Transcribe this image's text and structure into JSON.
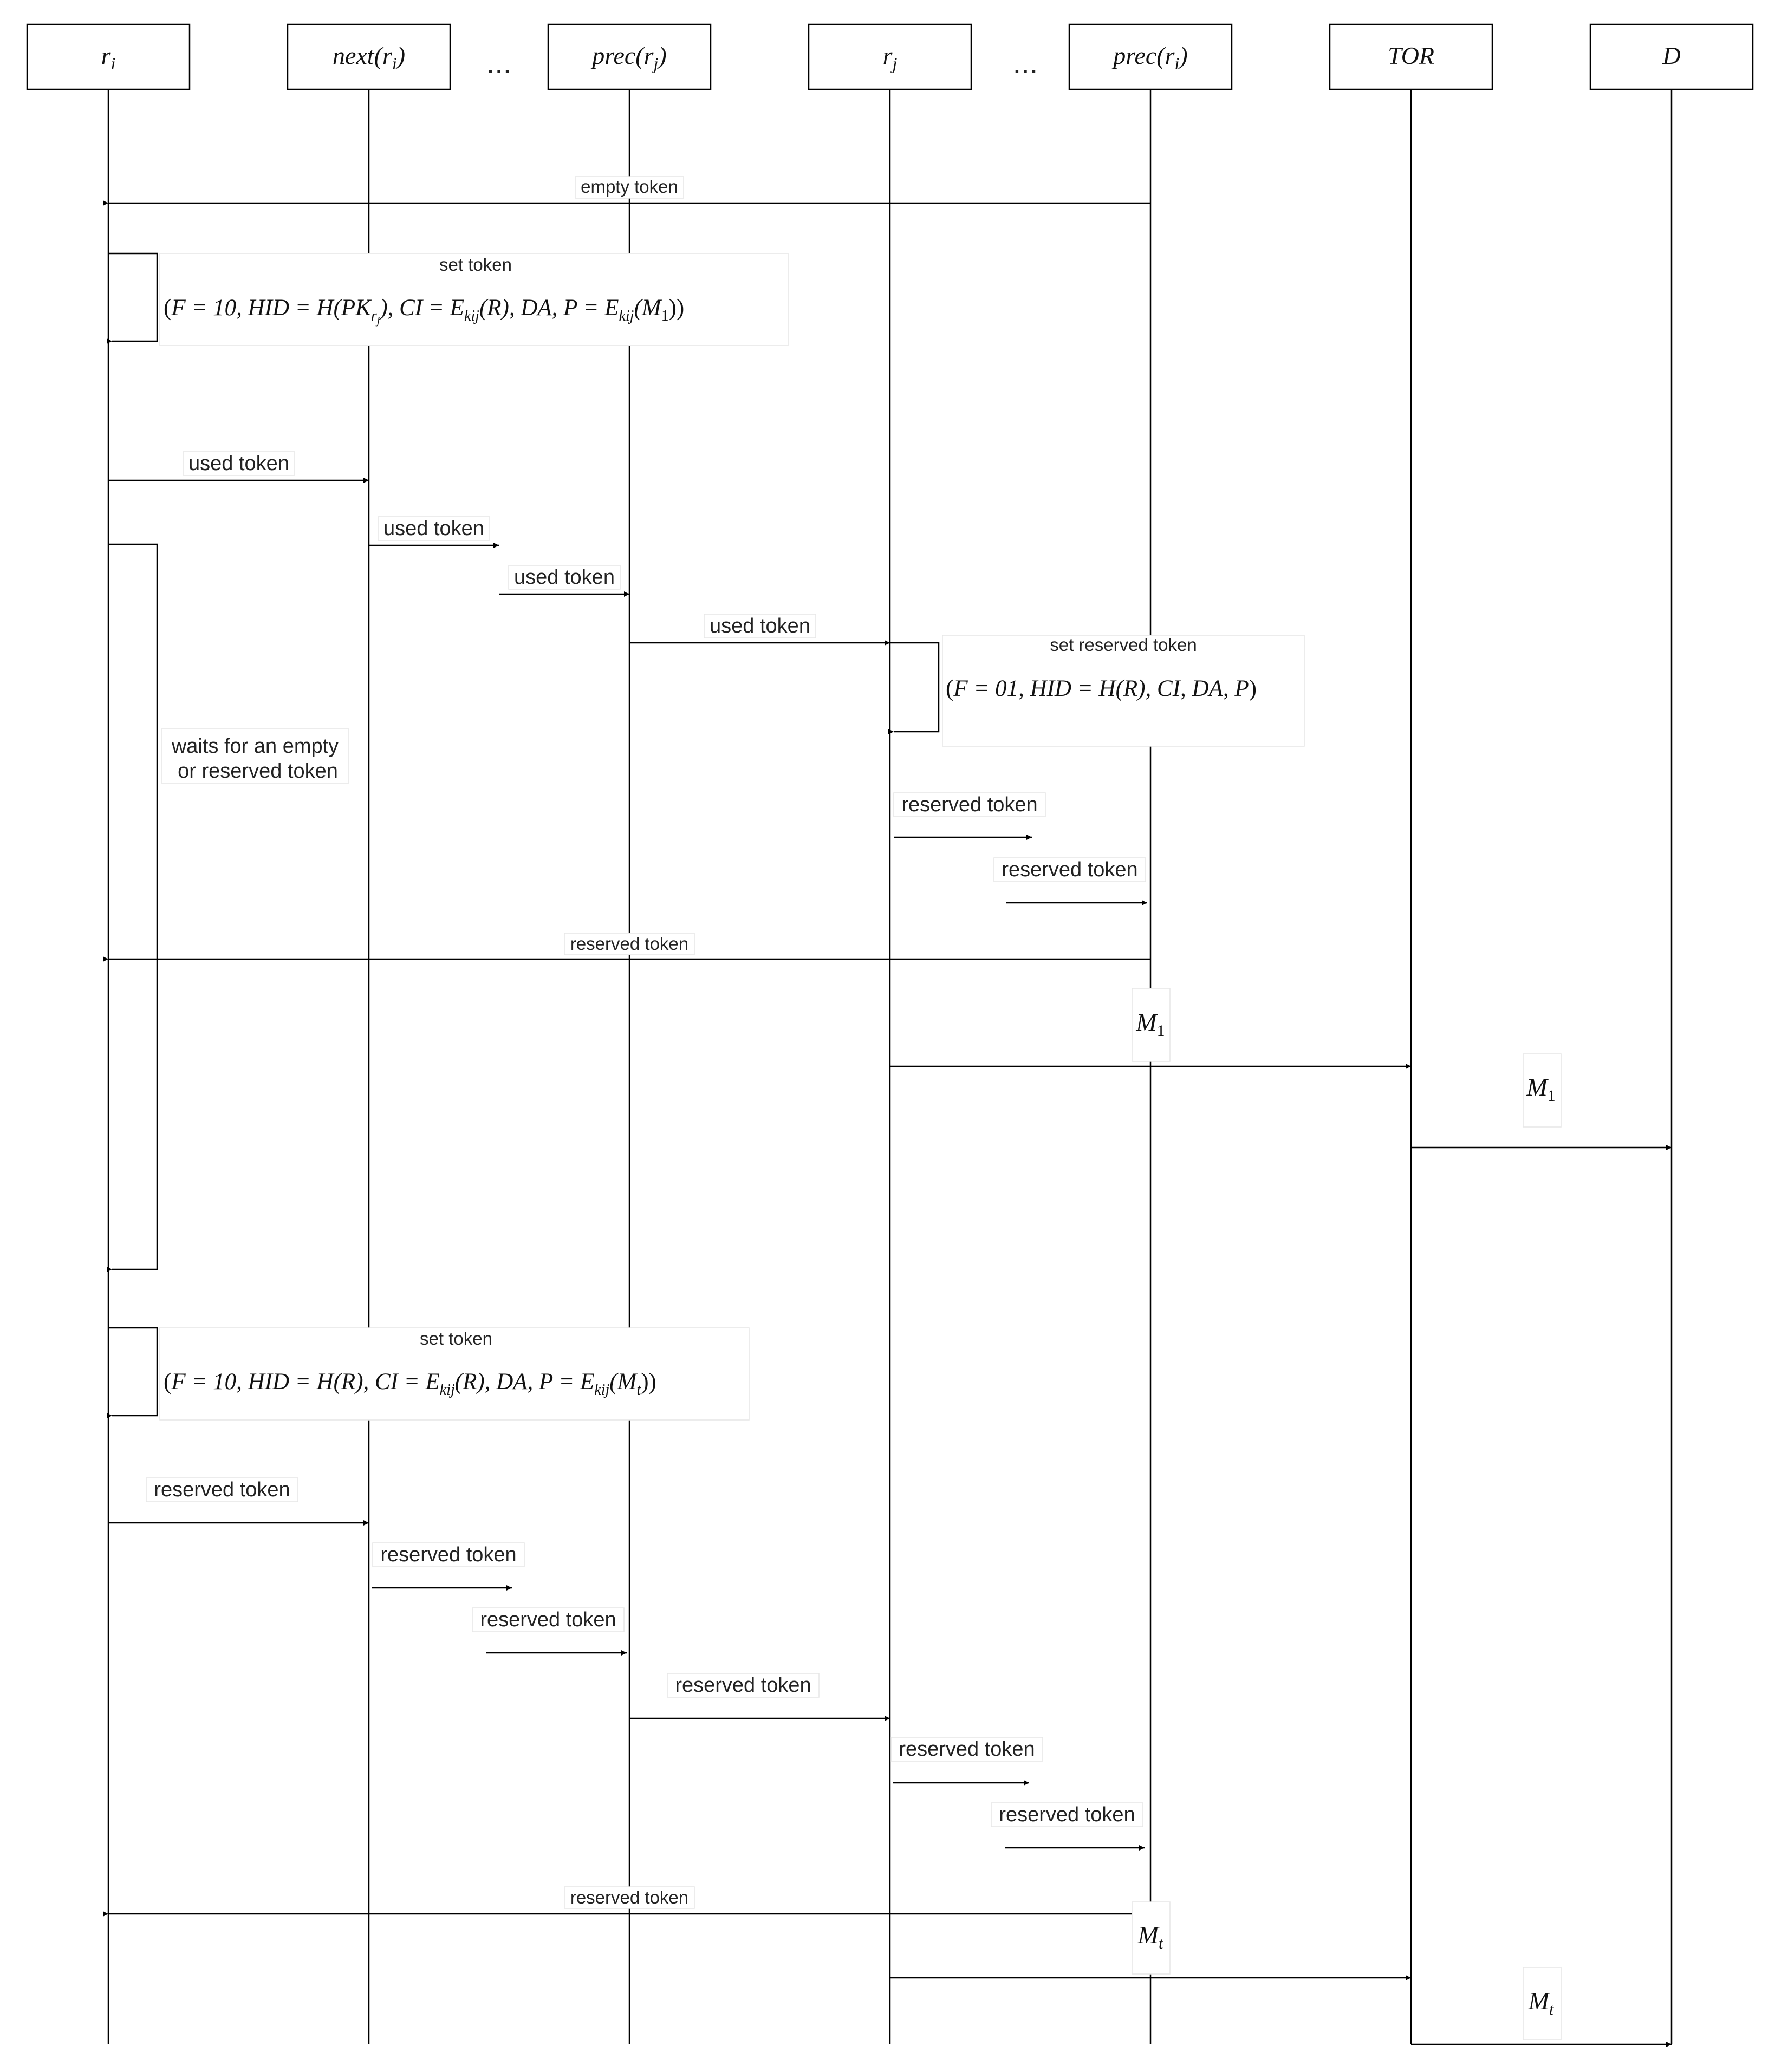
{
  "participants": [
    {
      "label": "r_i",
      "main": "r",
      "sub": "i"
    },
    {
      "label": "next(r_i)",
      "pre": "next(",
      "main": "r",
      "sub": "i",
      "post": ")"
    },
    {
      "label": "prec(r_j)",
      "pre": "prec(",
      "main": "r",
      "sub": "j",
      "post": ")"
    },
    {
      "label": "r_j",
      "main": "r",
      "sub": "j"
    },
    {
      "label": "prec(r_i)",
      "pre": "prec(",
      "main": "r",
      "sub": "i",
      "post": ")"
    },
    {
      "label": "TOR",
      "main": "TOR"
    },
    {
      "label": "D",
      "main": "D"
    }
  ],
  "ellipsis": "...",
  "messages": {
    "m1": "empty token",
    "s1_title": "set token",
    "s1_formula": "(F = 10, HID = H(PK_rj), CI = E_kij(R), DA, P = E_kij(M1))",
    "m2": "used token",
    "m3": "used token",
    "m4": "used token",
    "m5": "used token",
    "wait": [
      "waits for an empty",
      "or reserved token"
    ],
    "s2_title": "set reserved token",
    "s2_formula": "(F = 01, HID = H(R), CI, DA, P)",
    "m6": "reserved token",
    "m7": "reserved token",
    "m8": "reserved token",
    "M1_a": {
      "main": "M",
      "sub": "1"
    },
    "M1_b": {
      "main": "M",
      "sub": "1"
    },
    "s3_title": "set token",
    "s3_formula": "(F = 10, HID = H(R), CI = E_kij(R), DA, P = E_kij(Mt))",
    "m9": "reserved token",
    "m10": "reserved token",
    "m11": "reserved token",
    "m12": "reserved token",
    "m13": "reserved token",
    "m14": "reserved token",
    "m15": "reserved token",
    "Mt_a": {
      "main": "M",
      "sub": "t"
    },
    "Mt_b": {
      "main": "M",
      "sub": "t"
    }
  }
}
